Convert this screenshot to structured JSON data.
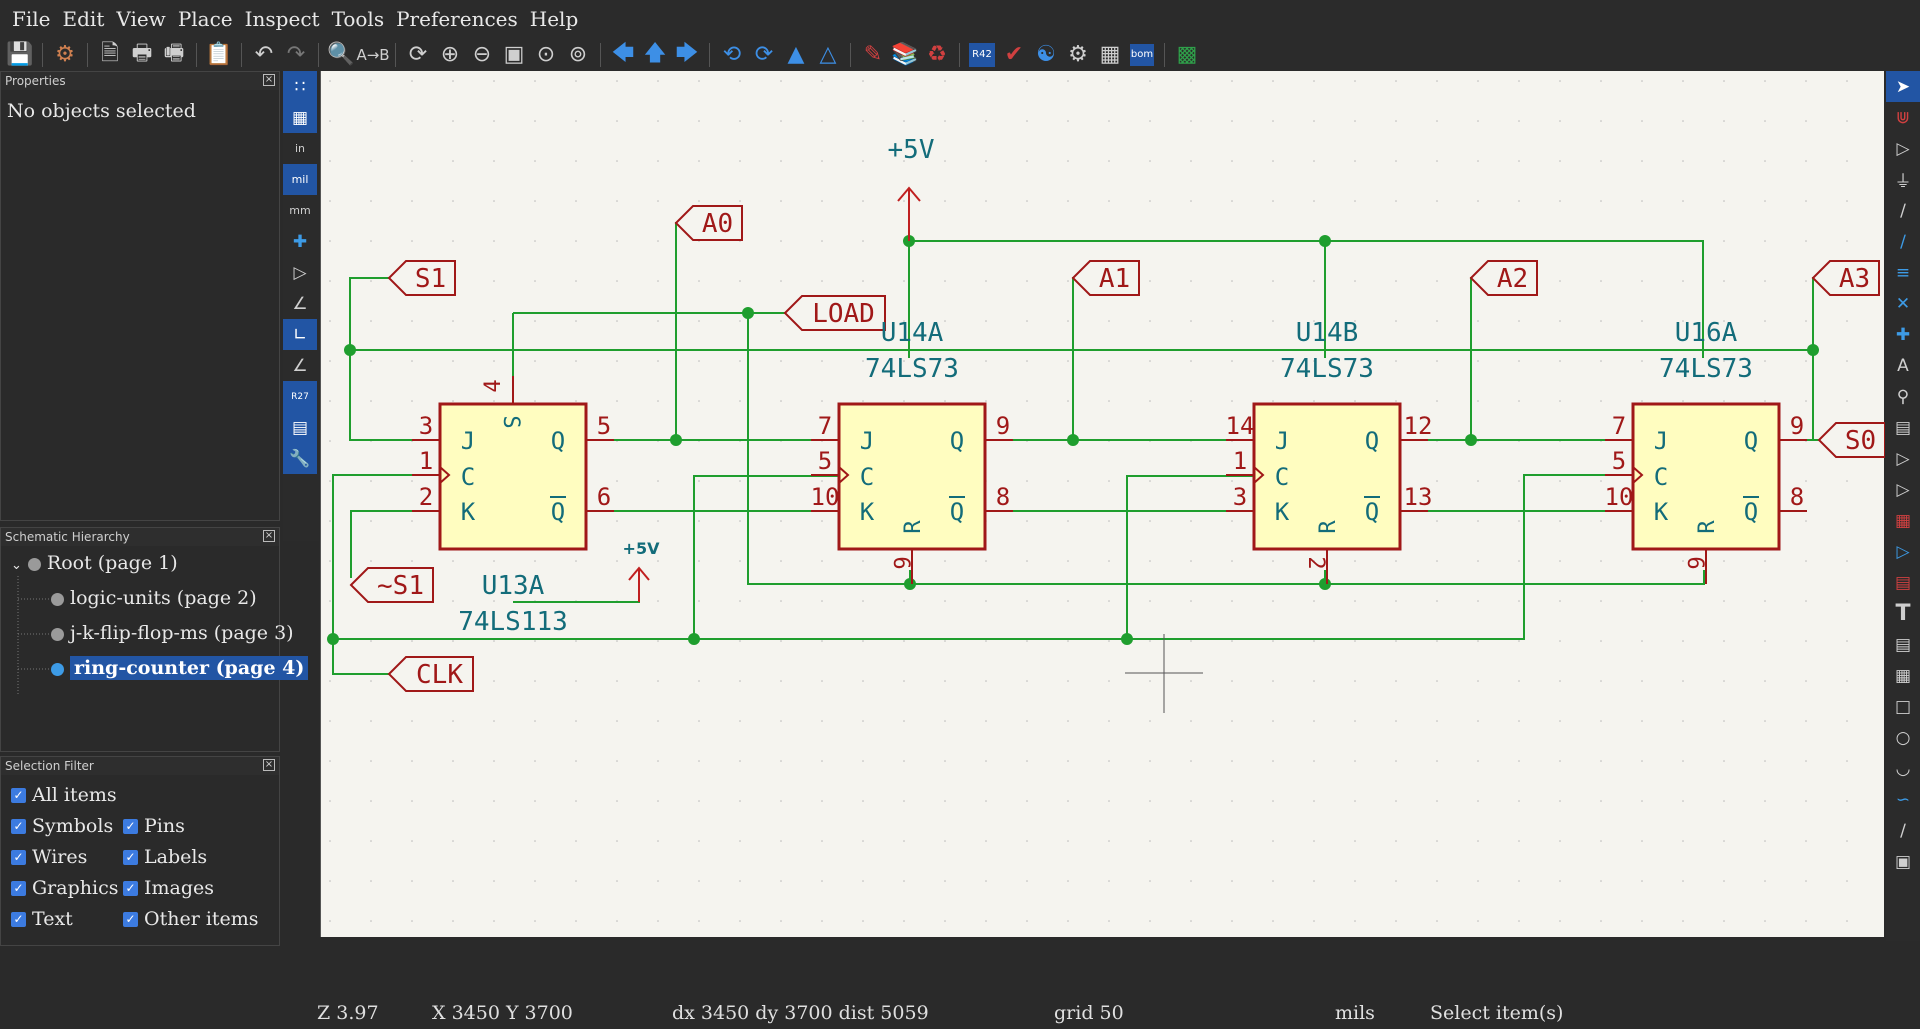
{
  "menu": [
    "File",
    "Edit",
    "View",
    "Place",
    "Inspect",
    "Tools",
    "Preferences",
    "Help"
  ],
  "toolbar": {
    "bom_label": "bom",
    "annotate_label": "R42"
  },
  "properties": {
    "title": "Properties",
    "message": "No objects selected"
  },
  "hierarchy": {
    "title": "Schematic Hierarchy",
    "root": "Root (page 1)",
    "children": [
      "logic-units (page 2)",
      "j-k-flip-flop-ms (page 3)",
      "ring-counter (page 4)"
    ]
  },
  "filter": {
    "title": "Selection Filter",
    "items": [
      "All items",
      "Symbols",
      "Pins",
      "Wires",
      "Labels",
      "Graphics",
      "Images",
      "Text",
      "Other items"
    ]
  },
  "left_tools": {
    "in": "in",
    "mil": "mil",
    "mm": "mm",
    "r": "R27"
  },
  "schematic": {
    "power_top": "+5V",
    "power_small": "+5V",
    "labels": [
      "A0",
      "A1",
      "A2",
      "A3",
      "S1",
      "LOAD",
      "S0",
      "~S1",
      "CLK"
    ],
    "parts": [
      {
        "ref": "U13A",
        "value": "74LS113",
        "pins": {
          "j": "3",
          "c": "1",
          "k": "2",
          "q": "5",
          "qb": "6",
          "s": "4"
        }
      },
      {
        "ref": "U14A",
        "value": "74LS73",
        "pins": {
          "j": "7",
          "c": "5",
          "k": "10",
          "q": "9",
          "qb": "8",
          "r": "6"
        }
      },
      {
        "ref": "U14B",
        "value": "74LS73",
        "pins": {
          "j": "14",
          "c": "1",
          "k": "3",
          "q": "12",
          "qb": "13",
          "r": "2"
        }
      },
      {
        "ref": "U16A",
        "value": "74LS73",
        "pins": {
          "j": "7",
          "c": "5",
          "k": "10",
          "q": "9",
          "qb": "8",
          "r": "6"
        }
      }
    ],
    "pin_letters": {
      "j": "J",
      "c": "C",
      "k": "K",
      "q": "Q",
      "s": "S",
      "r": "R"
    }
  },
  "status": {
    "zoom": "Z 3.97",
    "xy": "X 3450  Y 3700",
    "delta": "dx 3450  dy 3700  dist 5059",
    "grid": "grid 50",
    "units": "mils",
    "mode": "Select item(s)"
  }
}
